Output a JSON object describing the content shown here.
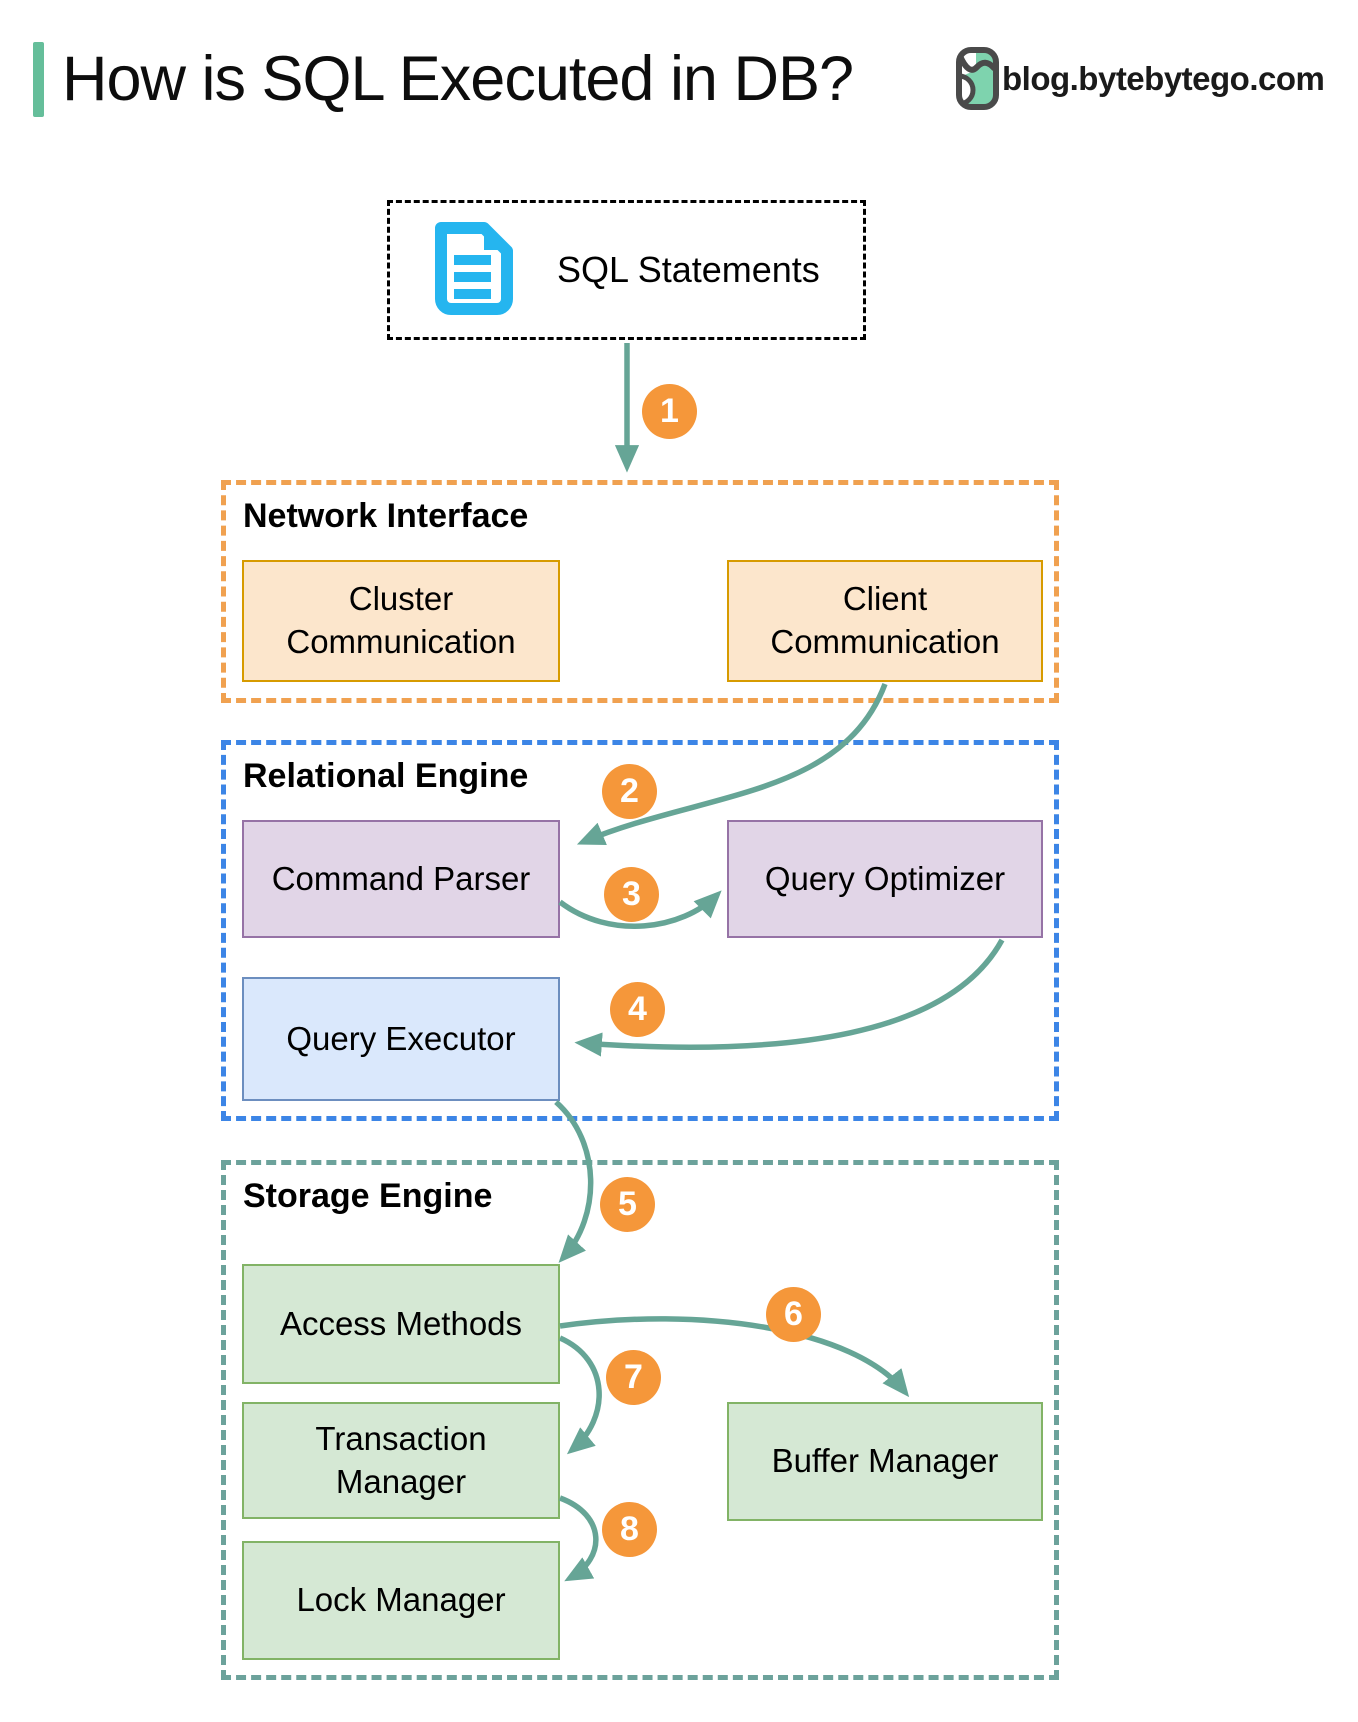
{
  "header": {
    "title": "How is SQL Executed in DB?",
    "site": "blog.bytebytego.com"
  },
  "source": {
    "label": "SQL Statements"
  },
  "sections": [
    {
      "label": "Network Interface",
      "boxes": [
        {
          "label": "Cluster Communication"
        },
        {
          "label": "Client Communication"
        }
      ]
    },
    {
      "label": "Relational Engine",
      "boxes": [
        {
          "label": "Command Parser"
        },
        {
          "label": "Query Optimizer"
        },
        {
          "label": "Query Executor"
        }
      ]
    },
    {
      "label": "Storage Engine",
      "boxes": [
        {
          "label": "Access Methods"
        },
        {
          "label": "Transaction Manager"
        },
        {
          "label": "Buffer Manager"
        },
        {
          "label": "Lock Manager"
        }
      ]
    }
  ],
  "steps": [
    "1",
    "2",
    "3",
    "4",
    "5",
    "6",
    "7",
    "8"
  ],
  "colors": {
    "accent_green": "#65BE9A",
    "doc_icon_blue": "#25B5EF",
    "badge_orange": "#F5973A",
    "arrow_teal": "#66A596",
    "network_border": "#F0A150",
    "relational_border": "#3C85E6",
    "storage_border": "#6CA29B",
    "box_orange_fill": "#FCE6CC",
    "box_orange_border": "#D79B00",
    "box_purple_fill": "#E1D5E7",
    "box_purple_border": "#9673A6",
    "box_blue_fill": "#DAE8FC",
    "box_blue_border": "#6C8EBF",
    "box_green_fill": "#D5E8D4",
    "box_green_border": "#82B366"
  }
}
